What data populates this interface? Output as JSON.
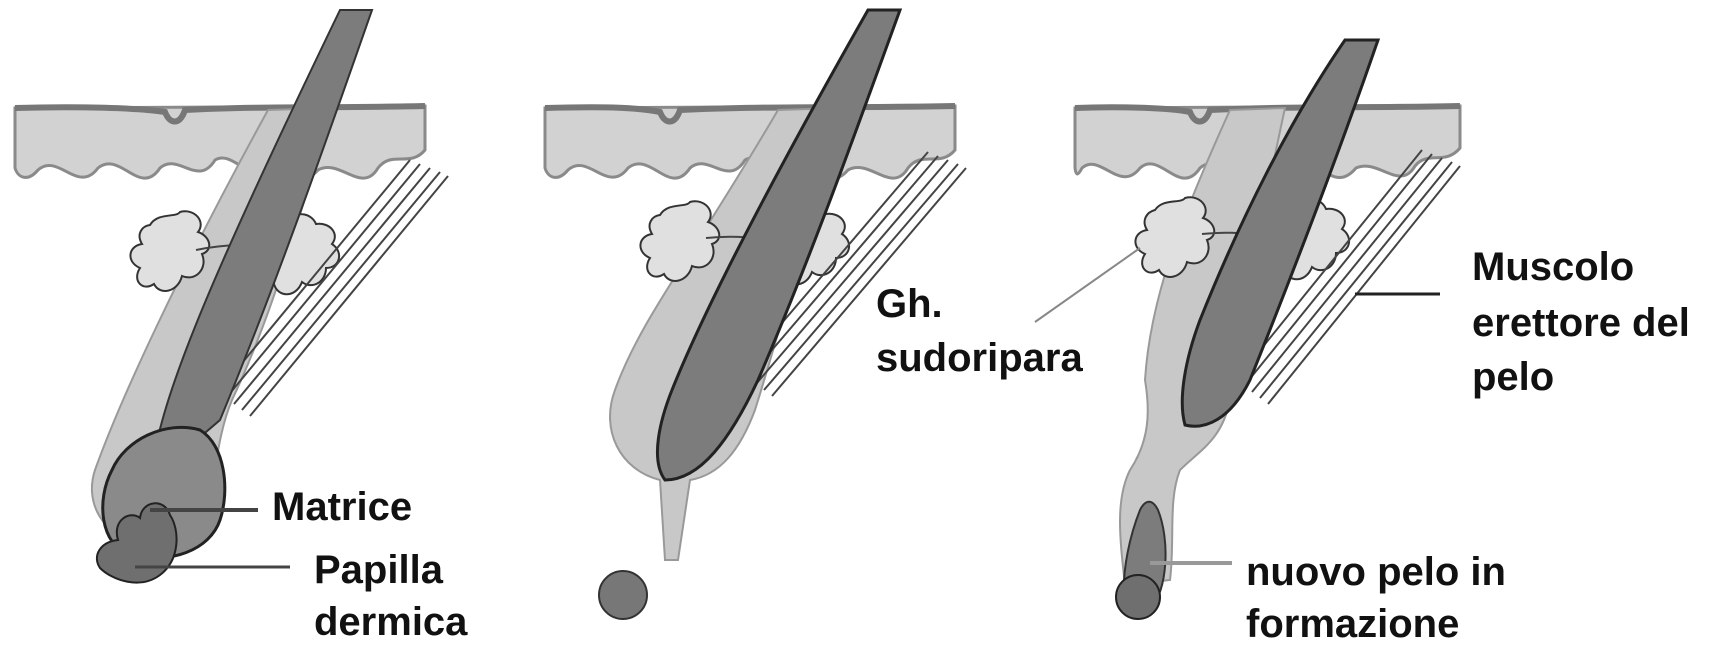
{
  "labels": {
    "matrice": "Matrice",
    "papilla_line1": "Papilla",
    "papilla_line2": "dermica",
    "gh_line1": "Gh.",
    "gh_line2": "sudoripara",
    "muscolo_line1": "Muscolo",
    "muscolo_line2": "erettore del",
    "muscolo_line3": "pelo",
    "nuovo_line1": "nuovo pelo in",
    "nuovo_line2": "formazione"
  },
  "colors": {
    "background": "#ffffff",
    "skin": "#d2d2d2",
    "skin_border": "#8a8a8a",
    "hair_shaft": "#7c7c7c",
    "follicle": "#c8c8c8",
    "outline": "#222222",
    "gland": "#e0e0e0",
    "leader_line": "#444444",
    "text": "#111111"
  }
}
